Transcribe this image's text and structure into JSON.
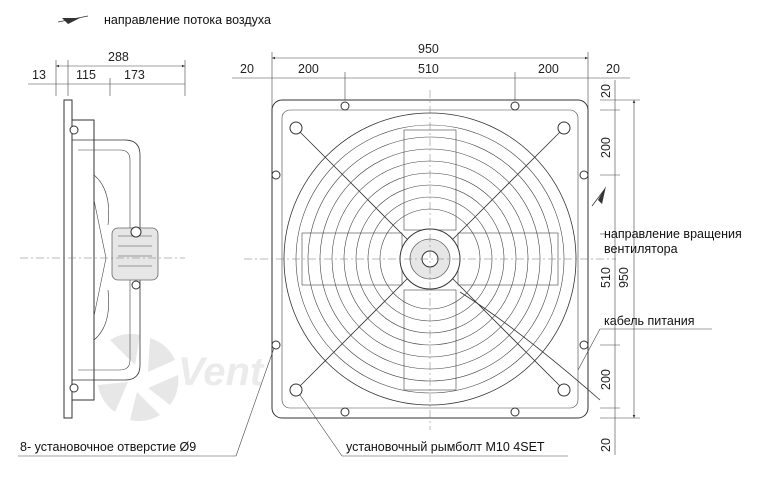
{
  "legend": {
    "airflow_label": "направление потока воздуха"
  },
  "side_view": {
    "dim_total": "288",
    "dim_a": "13",
    "dim_b": "115",
    "dim_c": "173"
  },
  "front_view": {
    "dim_width": "950",
    "dim_margin_left": "20",
    "dim_left": "200",
    "dim_center": "510",
    "dim_right": "200",
    "dim_margin_right": "20",
    "dim_height": "950",
    "v_top_margin": "20",
    "v_top": "200",
    "v_center": "510",
    "v_bottom": "200",
    "v_bottom_margin": "20"
  },
  "callouts": {
    "rotation": "направление вращения вентилятора",
    "rotation_line1": "направление вращения",
    "rotation_line2": "вентилятора",
    "cable": "кабель питания",
    "mount_hole": "8- установочное отверстие Ø9",
    "eyebolt": "установочный рымболт M10 4SET"
  },
  "watermark": "Vent"
}
